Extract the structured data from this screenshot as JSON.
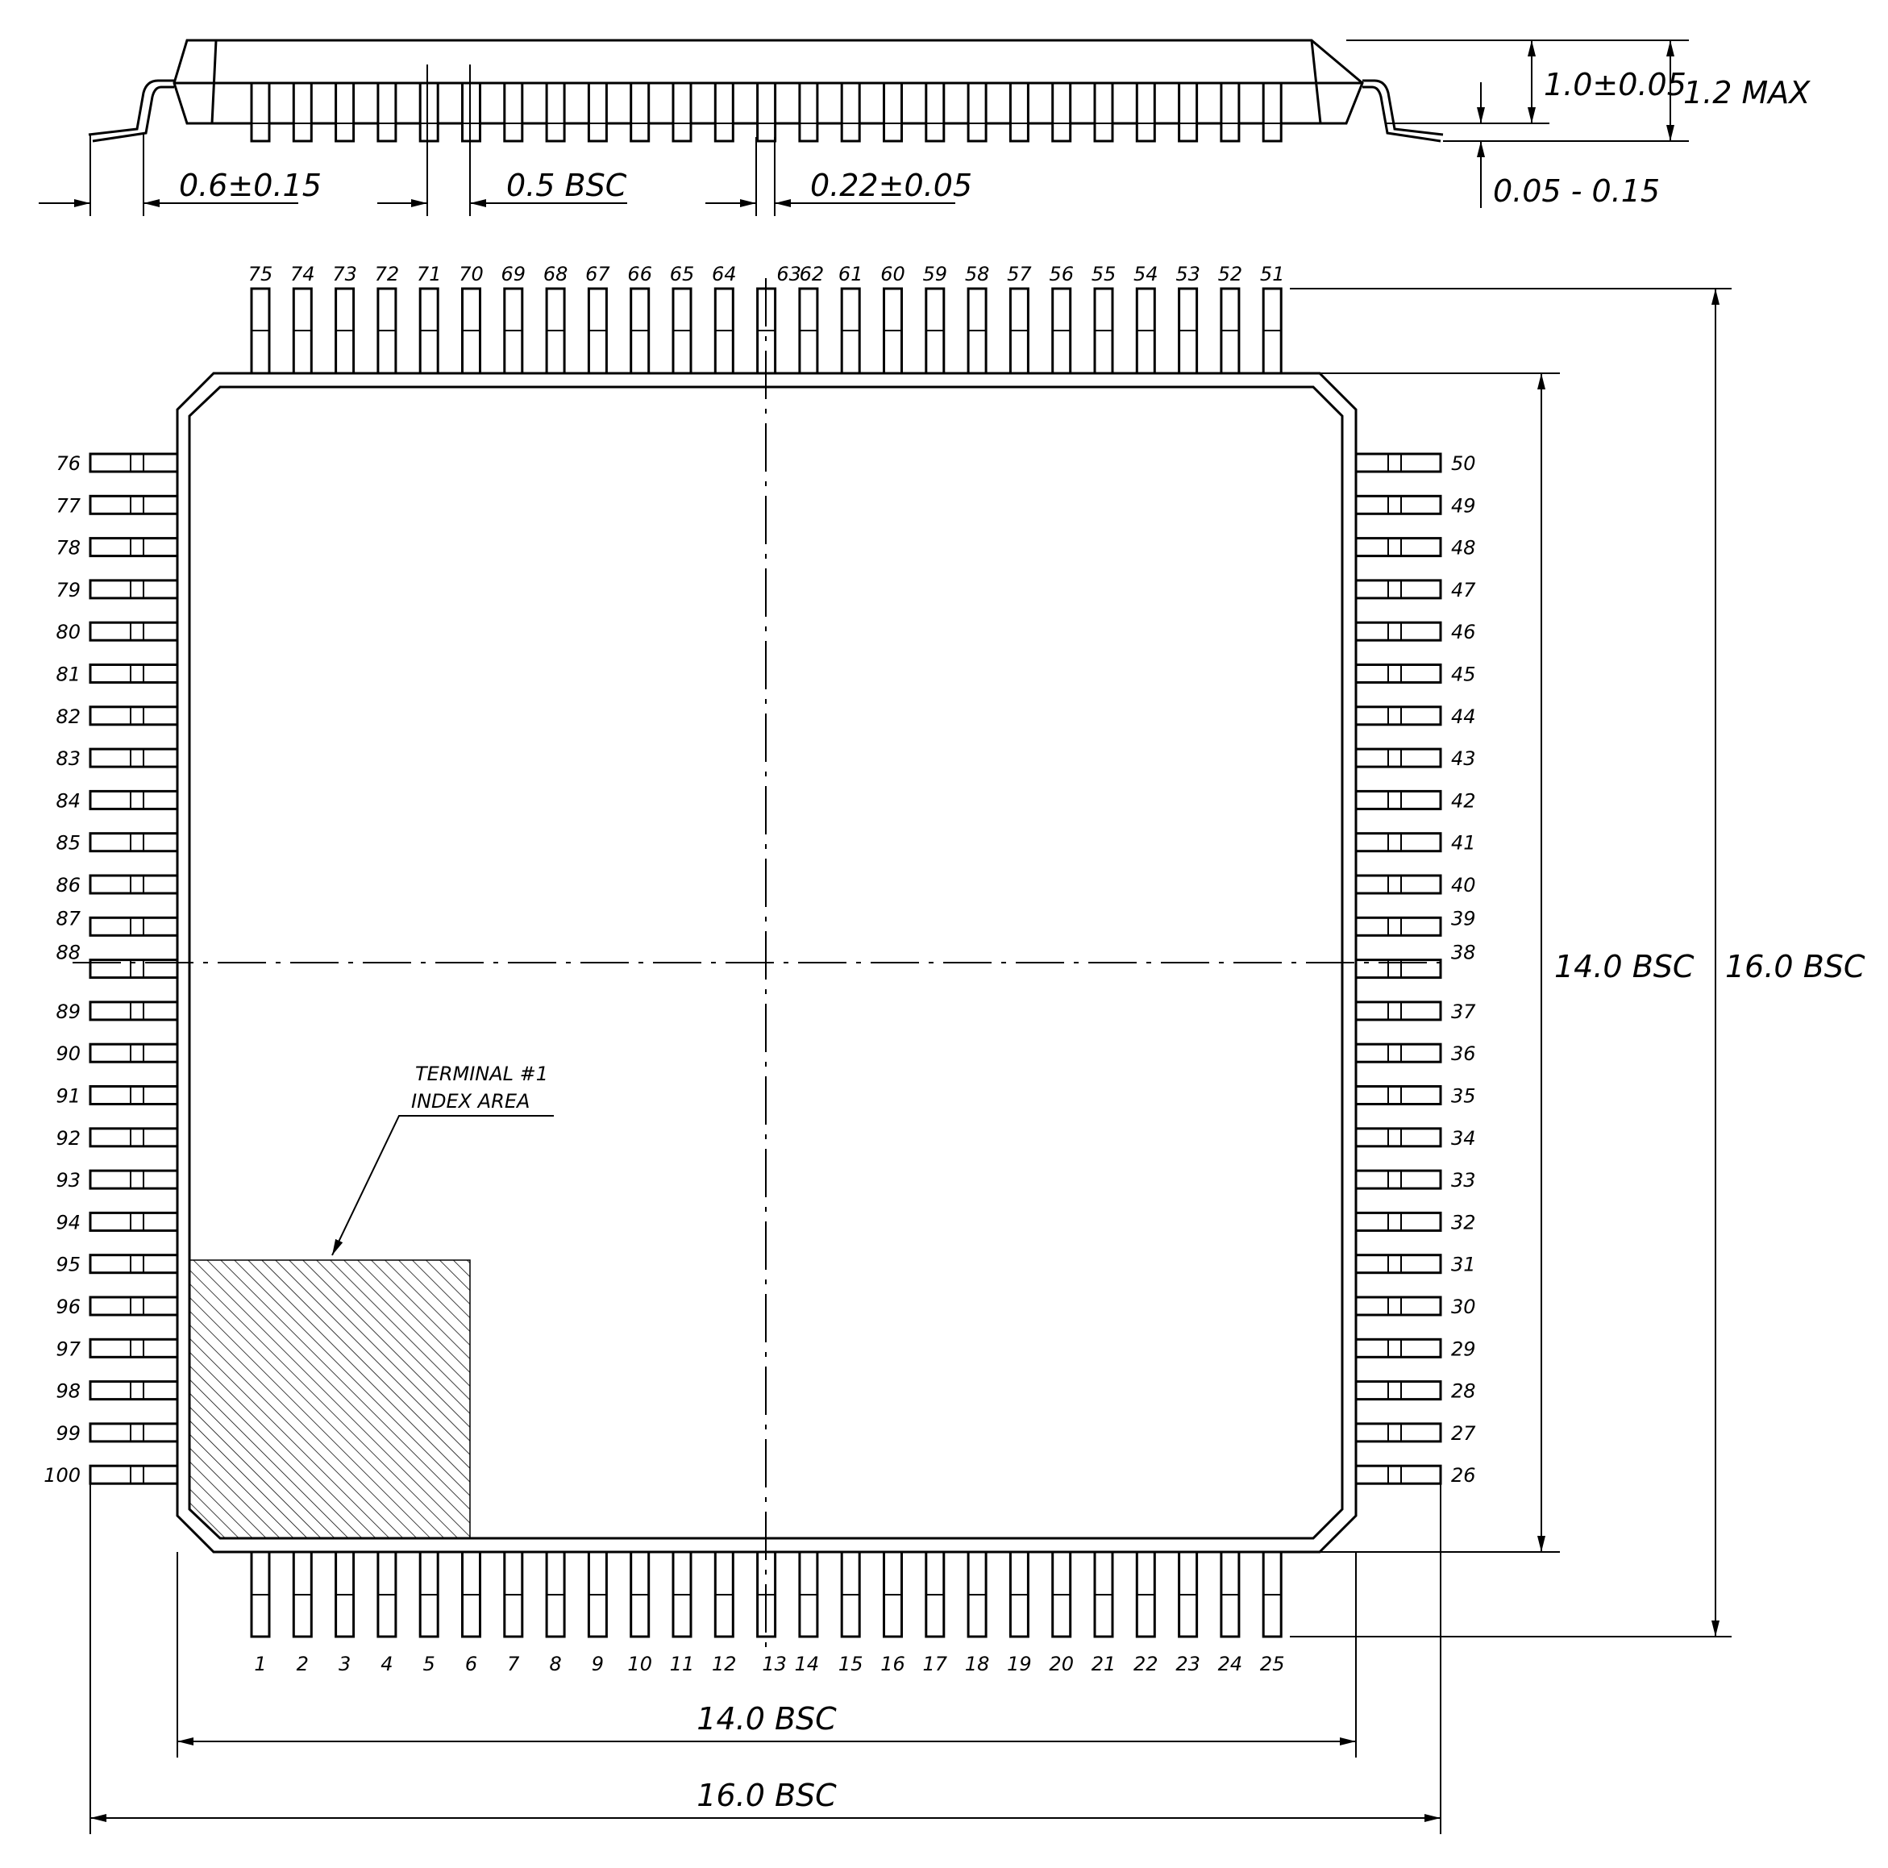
{
  "side_view": {
    "lead_length": "0.6±0.15",
    "lead_pitch": "0.5 BSC",
    "lead_width": "0.22±0.05",
    "body_thickness": "1.0±0.05",
    "max_height": "1.2 MAX",
    "standoff": "0.05 - 0.15"
  },
  "top_view": {
    "body_width": "14.0 BSC",
    "lead_span_width": "16.0 BSC",
    "body_height": "14.0 BSC",
    "lead_span_height": "16.0 BSC",
    "index_note_line1": "TERMINAL #1",
    "index_note_line2": "INDEX AREA"
  },
  "pins": {
    "bottom": [
      "1",
      "2",
      "3",
      "4",
      "5",
      "6",
      "7",
      "8",
      "9",
      "10",
      "11",
      "12",
      "13",
      "14",
      "15",
      "16",
      "17",
      "18",
      "19",
      "20",
      "21",
      "22",
      "23",
      "24",
      "25"
    ],
    "right": [
      "26",
      "27",
      "28",
      "29",
      "30",
      "31",
      "32",
      "33",
      "34",
      "35",
      "36",
      "37",
      "38",
      "39",
      "40",
      "41",
      "42",
      "43",
      "44",
      "45",
      "46",
      "47",
      "48",
      "49",
      "50"
    ],
    "top": [
      "51",
      "52",
      "53",
      "54",
      "55",
      "56",
      "57",
      "58",
      "59",
      "60",
      "61",
      "62",
      "63",
      "64",
      "65",
      "66",
      "67",
      "68",
      "69",
      "70",
      "71",
      "72",
      "73",
      "74",
      "75"
    ],
    "left": [
      "76",
      "77",
      "78",
      "79",
      "80",
      "81",
      "82",
      "83",
      "84",
      "85",
      "86",
      "87",
      "88",
      "89",
      "90",
      "91",
      "92",
      "93",
      "94",
      "95",
      "96",
      "97",
      "98",
      "99",
      "100"
    ]
  }
}
